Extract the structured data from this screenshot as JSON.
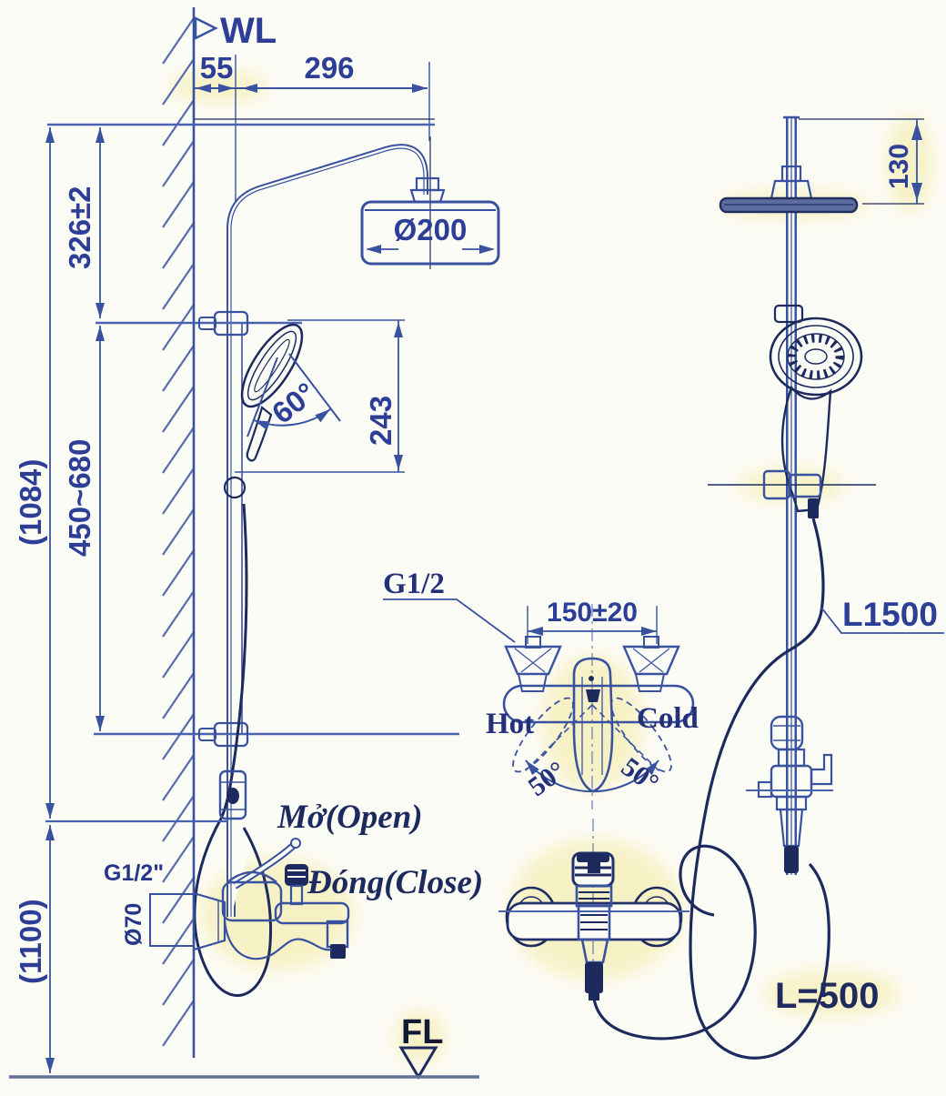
{
  "drawing": {
    "kind": "technical installation diagram",
    "subject": "Rain shower column with hand shower and wall-mounted bath mixer",
    "colors": {
      "line_blue": "#3952a0",
      "dark_navy": "#1c2a5e",
      "text_blue": "#2c3e96",
      "highlight_yellow": "#efe27a",
      "paper": "#fcfcf7",
      "floor_gray": "#63719a"
    },
    "annotations": {
      "water_line": "WL",
      "floor_line": "FL",
      "open": "Mở(Open)",
      "close": "Đóng(Close)",
      "hot": "Hot",
      "cold": "Cold",
      "inlet_thread": "G1/2",
      "wall_thread": "G1/2\"",
      "escutcheon_diameter": "Ø70",
      "hand_hose_length": "L1500",
      "spout_hose_length": "L=500"
    },
    "dimensions": {
      "wall_to_riser": "55",
      "riser_to_head_center": "296",
      "rain_head_diameter": "Ø200",
      "head_to_bracket": "326±2",
      "bracket_travel": "450~680",
      "column_overall": "(1084)",
      "mixer_height_from_floor": "(1100)",
      "hand_shower_drop": "243",
      "hand_shower_spray_angle": "60°",
      "riser_top_to_head": "130",
      "inlet_centre_distance": "150±20",
      "handle_swing_left": "50°",
      "handle_swing_right": "50°"
    }
  }
}
